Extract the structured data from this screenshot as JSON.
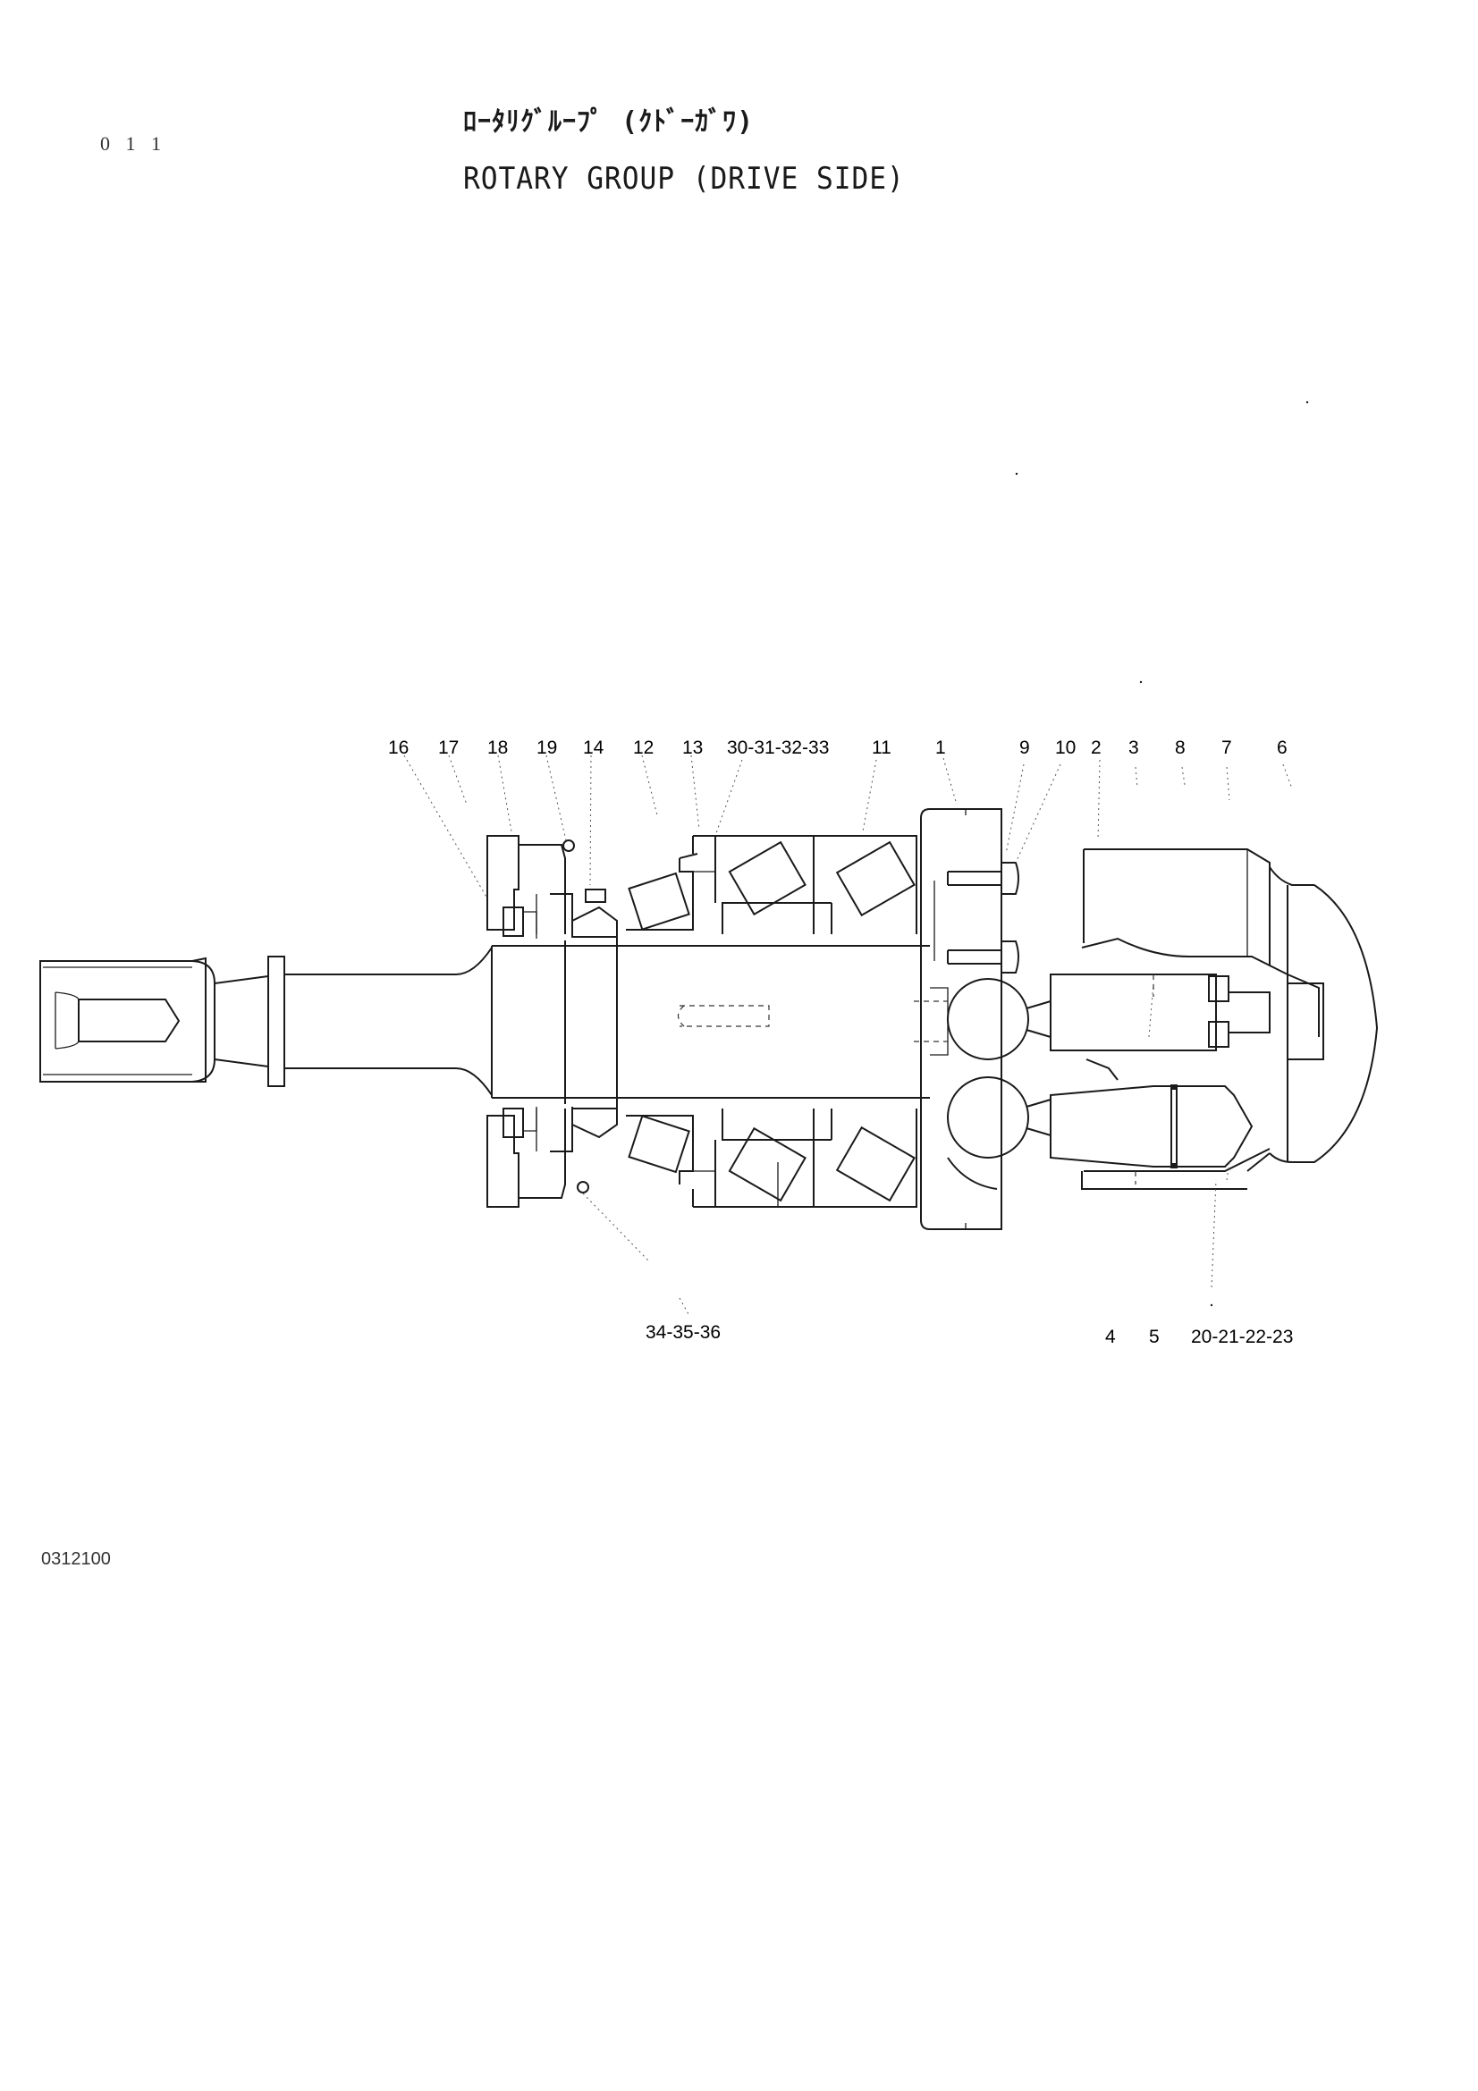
{
  "page_number": "0 1 1",
  "title_jp": "ﾛｰﾀﾘｸﾞﾙｰﾌﾟ (ｸﾄﾞｰｶﾞﾜ)",
  "title_en": "ROTARY GROUP (DRIVE SIDE)",
  "drawing_code": "0312100",
  "callouts_top": [
    {
      "id": "c16",
      "label": "16"
    },
    {
      "id": "c17",
      "label": "17"
    },
    {
      "id": "c18",
      "label": "18"
    },
    {
      "id": "c19",
      "label": "19"
    },
    {
      "id": "c14",
      "label": "14"
    },
    {
      "id": "c12",
      "label": "12"
    },
    {
      "id": "c13",
      "label": "13"
    },
    {
      "id": "c30",
      "label": "30-31-32-33"
    },
    {
      "id": "c11",
      "label": "11"
    },
    {
      "id": "c1",
      "label": "1"
    },
    {
      "id": "c9",
      "label": "9"
    },
    {
      "id": "c10",
      "label": "10"
    },
    {
      "id": "c2",
      "label": "2"
    },
    {
      "id": "c3",
      "label": "3"
    },
    {
      "id": "c8",
      "label": "8"
    },
    {
      "id": "c7",
      "label": "7"
    },
    {
      "id": "c6",
      "label": "6"
    }
  ],
  "callouts_bottom": [
    {
      "id": "c34",
      "label": "34-35-36"
    },
    {
      "id": "c4",
      "label": "4"
    },
    {
      "id": "c5",
      "label": "5"
    },
    {
      "id": "c20",
      "label": "20-21-22-23"
    }
  ]
}
